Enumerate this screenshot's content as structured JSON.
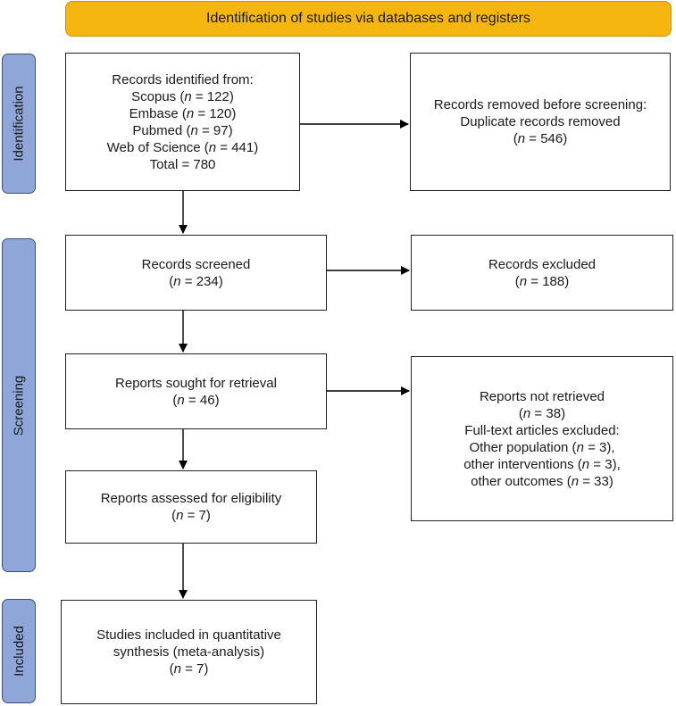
{
  "banner": "Identification of studies via databases and registers",
  "phases": {
    "identification": "Identification",
    "screening": "Screening",
    "included": "Included"
  },
  "records_identified": {
    "heading": "Records identified from:",
    "sources": [
      {
        "name": "Scopus",
        "n": "122"
      },
      {
        "name": "Embase",
        "n": "120"
      },
      {
        "name": "Pubmed",
        "n": "97"
      },
      {
        "name": "Web of Science",
        "n": "441"
      }
    ],
    "total": "Total = 780"
  },
  "records_removed": {
    "heading": "Records removed before screening:",
    "line2": "Duplicate records removed",
    "n": "546"
  },
  "records_screened": {
    "label": "Records screened",
    "n": "234"
  },
  "records_excluded": {
    "label": "Records excluded",
    "n": "188"
  },
  "reports_sought": {
    "label": "Reports sought for retrieval",
    "n": "46"
  },
  "reports_not_retrieved": {
    "label": "Reports not retrieved",
    "n": "38",
    "excl_heading": "Full-text articles excluded:",
    "reasons": [
      {
        "name": "Other population",
        "n": "3",
        "sep": "),"
      },
      {
        "name": "other interventions",
        "n": "3",
        "sep": "),"
      },
      {
        "name": "other outcomes",
        "n": "33",
        "sep": ")"
      }
    ]
  },
  "reports_assessed": {
    "label": "Reports assessed for eligibility",
    "n": "7"
  },
  "studies_included": {
    "line1": "Studies included in quantitative",
    "line2": "synthesis (meta-analysis)",
    "n": "7"
  },
  "labels": {
    "n_var": "n",
    "eq": " = "
  },
  "colors": {
    "banner": "#f5b70f",
    "phase": "#8ea6d8",
    "border": "#222222"
  }
}
